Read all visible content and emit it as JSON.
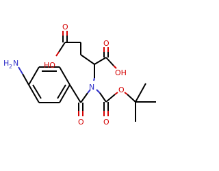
{
  "structure": {
    "colors": {
      "carbon_bond": "#000000",
      "oxygen": "#d40000",
      "nitrogen": "#2f2fc9",
      "background": "#ffffff"
    },
    "labels": {
      "acid_oh_top": "HO",
      "acid_o_top": "O",
      "acid_o_right": "O",
      "acid_oh_right": "OH",
      "amine": "H",
      "amine_n": "N",
      "amine_sub": "2",
      "amide_n": "N",
      "amide_o": "O",
      "carbamate_o_double": "O",
      "carbamate_o_single": "O"
    }
  }
}
